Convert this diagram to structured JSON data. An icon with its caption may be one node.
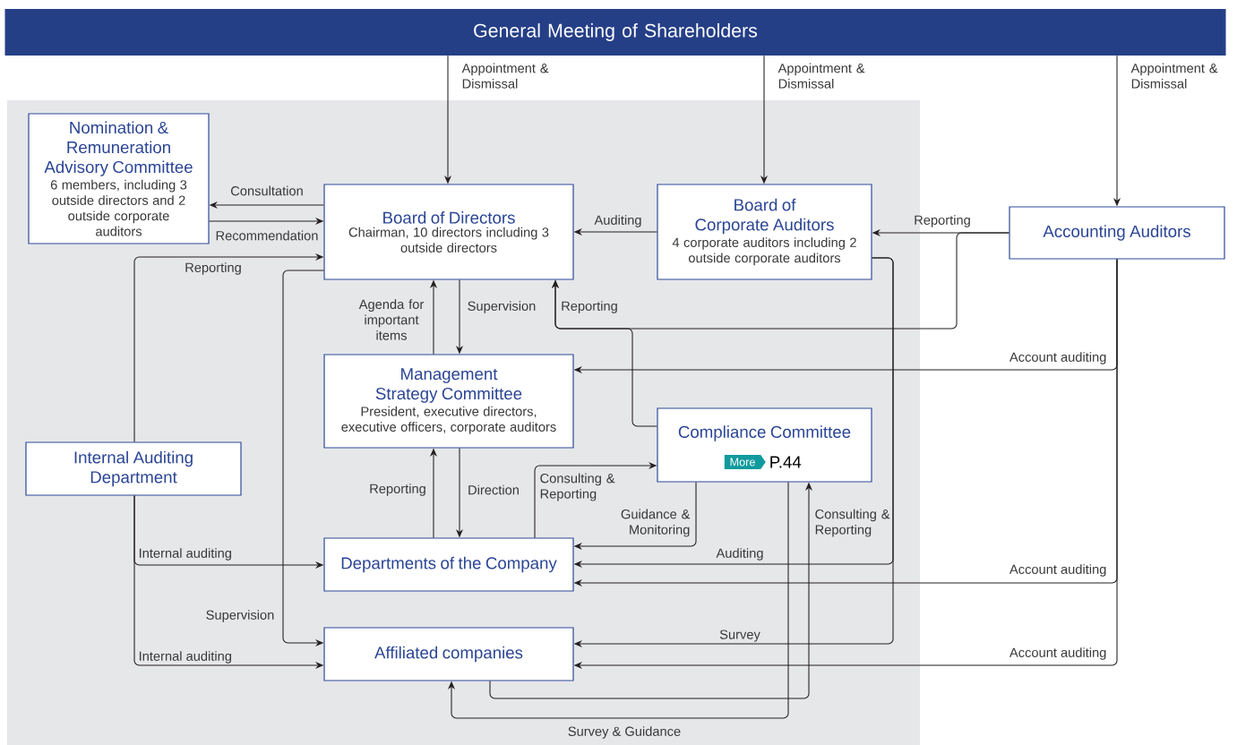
{
  "diagram": {
    "nodes": [
      {
        "text": [
          "General Meeting of Shareholders"
        ]
      },
      {
        "text": [
          "Nomination & Remuneration Advisory Committee",
          "6 members, including 3 outside directors and 2 outside corporate auditors"
        ]
      },
      {
        "text": [
          "Board of Directors",
          "Chairman, 10 directors including 3 outside directors"
        ]
      },
      {
        "text": [
          "Board of Corporate Auditors",
          "4 corporate auditors including 2 outside corporate auditors"
        ]
      },
      {
        "text": [
          "Accounting Auditors"
        ]
      },
      {
        "text": [
          "Management Strategy Committee",
          "President, executive directors, executive officers, corporate auditors"
        ]
      },
      {
        "text": [
          "Internal Auditing Department"
        ]
      },
      {
        "text": [
          "Compliance Committee",
          "P.44"
        ]
      },
      {
        "text": [
          "More"
        ],
        "in": 7
      },
      {
        "text": [
          "Departments of the Company"
        ]
      },
      {
        "text": [
          "Affiliated companies"
        ]
      }
    ],
    "edges": [
      {
        "from": 0,
        "to": 2,
        "arrow": "to",
        "label": "Appointment & Dismissal"
      },
      {
        "from": 0,
        "to": 3,
        "arrow": "to",
        "label": "Appointment & Dismissal"
      },
      {
        "from": 0,
        "to": 4,
        "arrow": "to",
        "label": "Appointment & Dismissal"
      },
      {
        "from": 2,
        "to": 1,
        "arrow": "to",
        "label": "Consultation"
      },
      {
        "from": 1,
        "to": 2,
        "arrow": "to",
        "label": "Recommendation"
      },
      {
        "from": 3,
        "to": 2,
        "arrow": "to",
        "label": "Auditing"
      },
      {
        "from": 4,
        "to": 3,
        "arrow": "to",
        "label": "Reporting"
      },
      {
        "from": 4,
        "to": 2,
        "arrow": "to",
        "label": "Reporting"
      },
      {
        "from": 7,
        "to": 2,
        "arrow": "to"
      },
      {
        "from": 6,
        "to": 2,
        "arrow": "to",
        "label": "Reporting"
      },
      {
        "from": 2,
        "to": 10,
        "arrow": "to",
        "label": "Supervision"
      },
      {
        "from": 5,
        "to": 2,
        "arrow": "to",
        "label": "Agenda for important items"
      },
      {
        "from": 2,
        "to": 5,
        "arrow": "to",
        "label": "Supervision"
      },
      {
        "from": 4,
        "to": 5,
        "arrow": "to",
        "label": "Account auditing"
      },
      {
        "from": 9,
        "to": 5,
        "arrow": "to",
        "label": "Reporting"
      },
      {
        "from": 5,
        "to": 9,
        "arrow": "to",
        "label": "Direction"
      },
      {
        "from": 9,
        "to": 7,
        "arrow": "to",
        "label": "Consulting & Reporting"
      },
      {
        "from": 7,
        "to": 9,
        "arrow": "to",
        "label": "Guidance & Monitoring"
      },
      {
        "from": 3,
        "to": 9,
        "arrow": "to",
        "label": "Auditing"
      },
      {
        "from": 3,
        "to": 10,
        "arrow": "to",
        "label": "Survey"
      },
      {
        "from": 4,
        "to": 9,
        "arrow": "to",
        "label": "Account auditing"
      },
      {
        "from": 4,
        "to": 10,
        "arrow": "to",
        "label": "Account auditing"
      },
      {
        "from": 6,
        "to": 9,
        "arrow": "to",
        "label": "Internal auditing"
      },
      {
        "from": 6,
        "to": 10,
        "arrow": "to",
        "label": "Internal auditing"
      },
      {
        "from": 10,
        "to": 7,
        "arrow": "to",
        "label": "Consulting & Reporting"
      },
      {
        "from": 7,
        "to": 10,
        "arrow": "to",
        "label": "Survey & Guidance"
      }
    ]
  }
}
